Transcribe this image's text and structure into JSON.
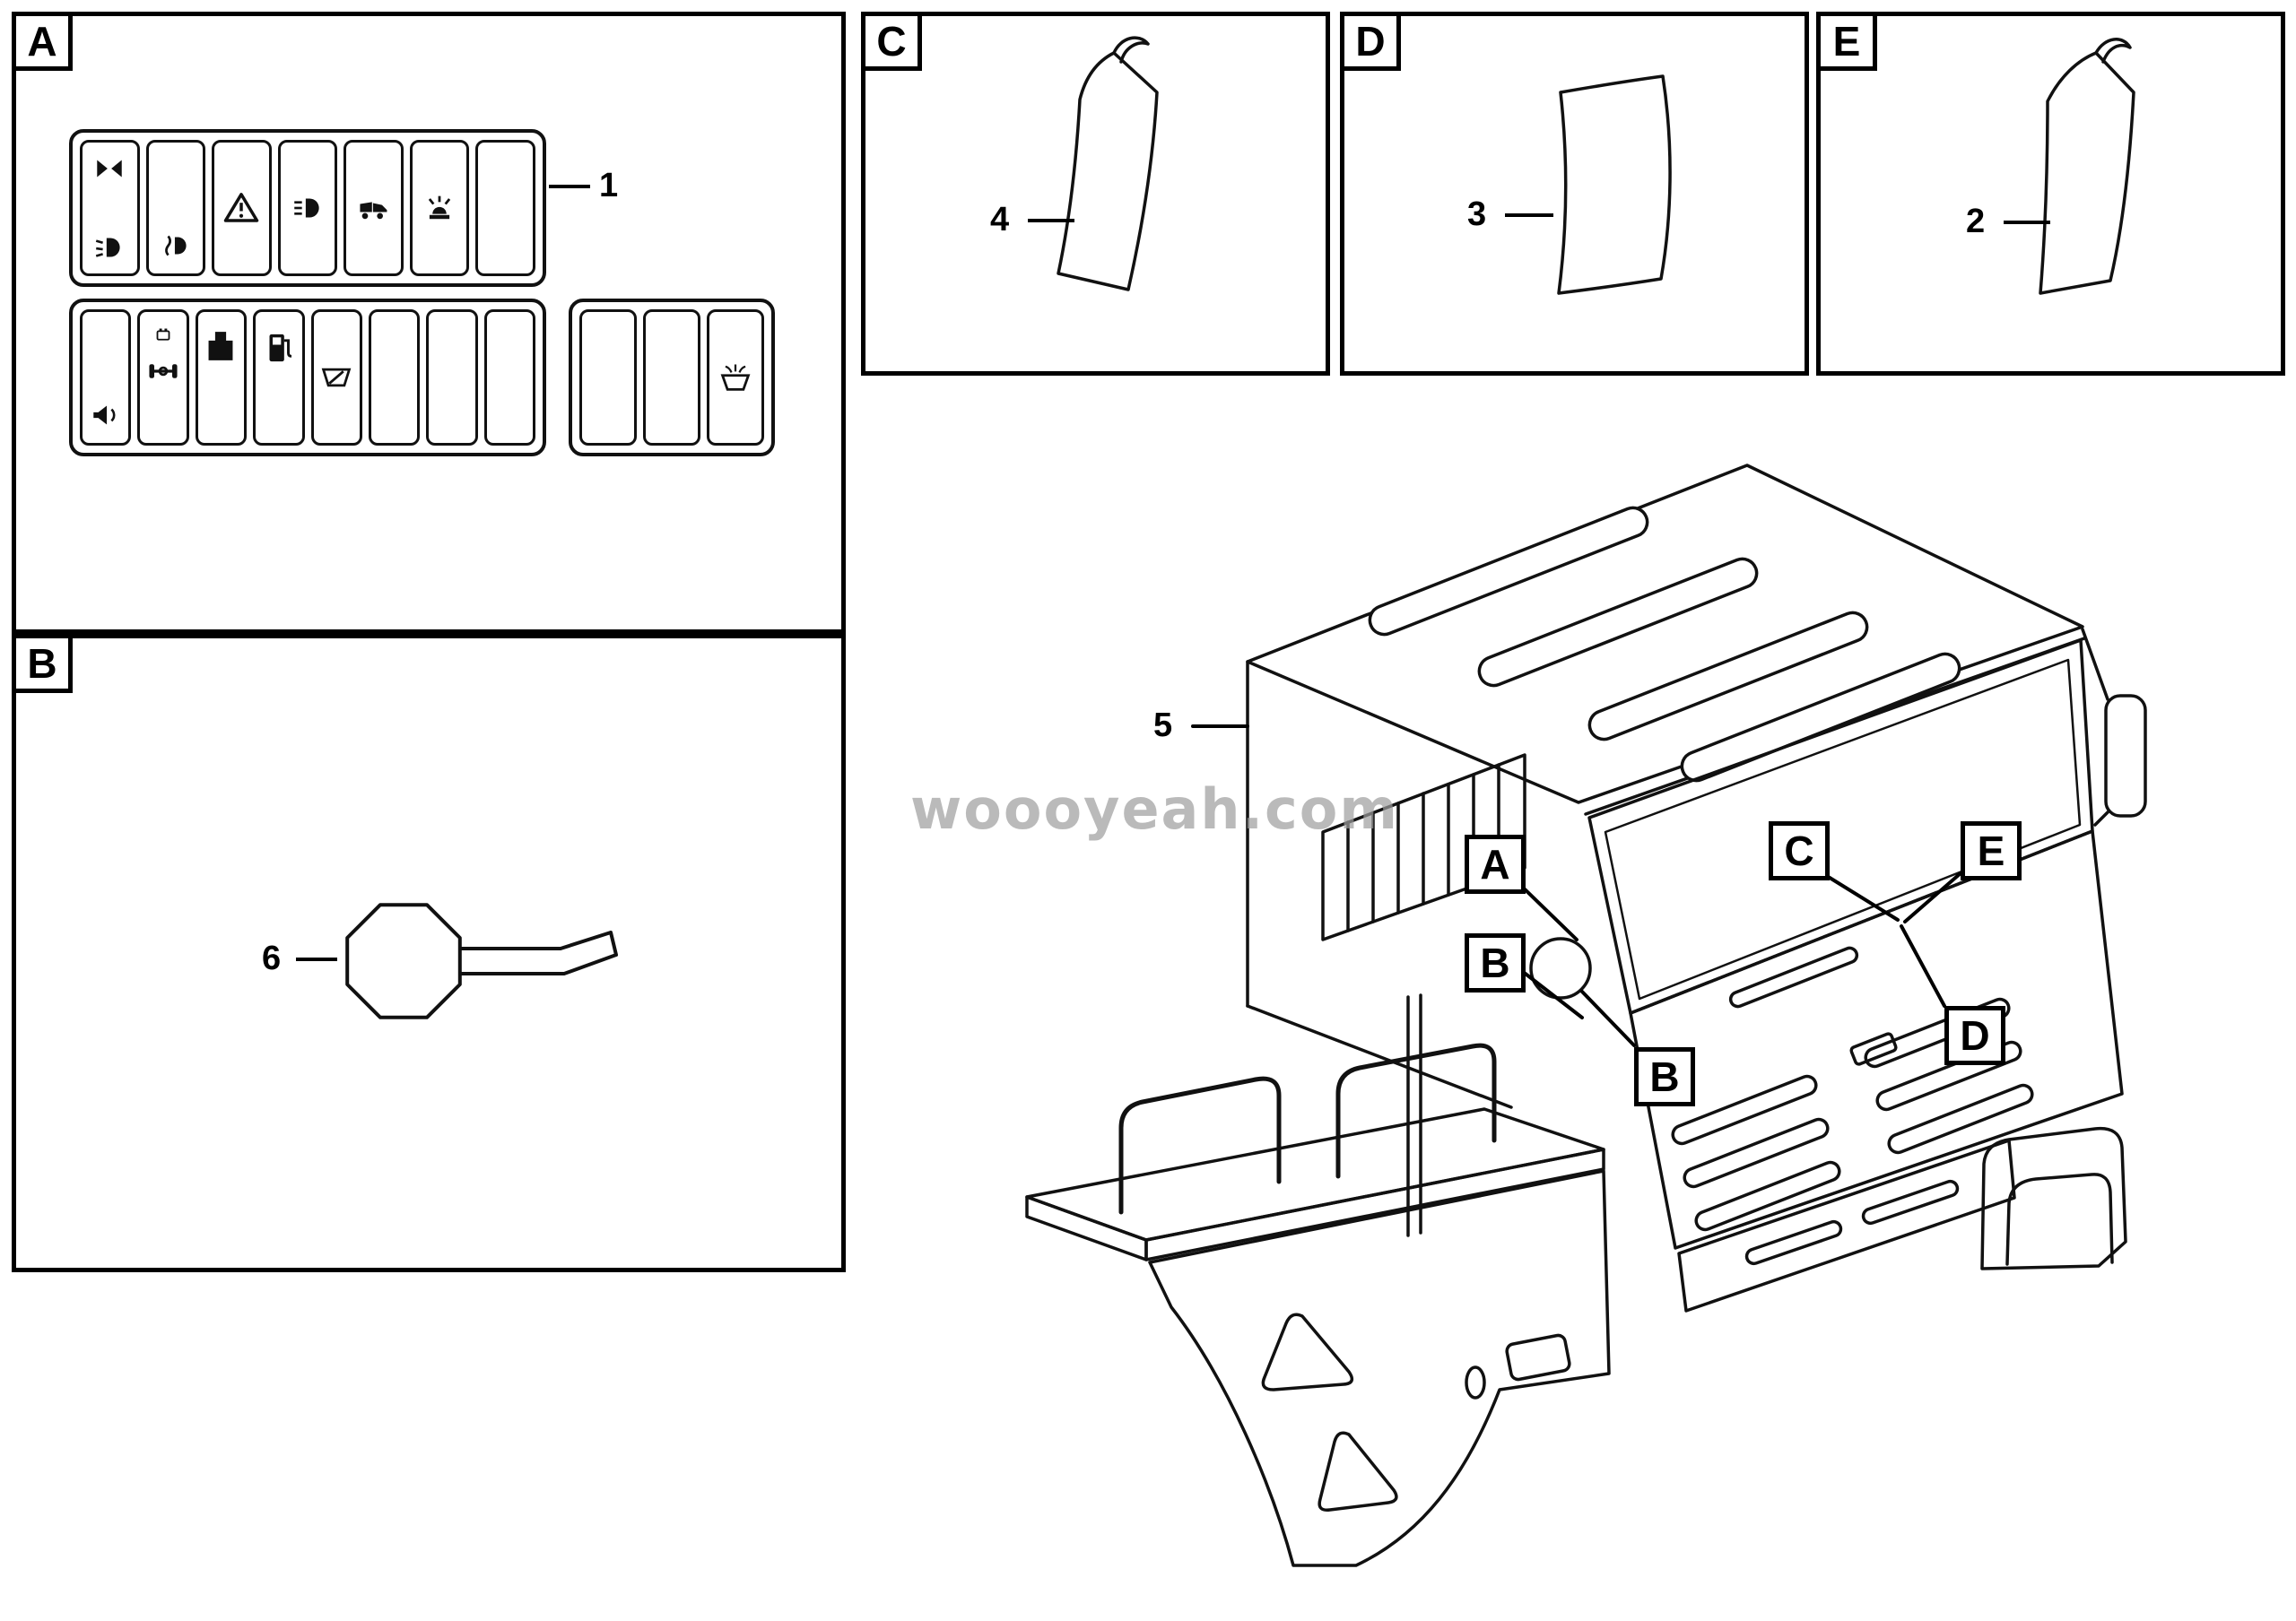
{
  "watermark": "woooyeah.com",
  "panels": {
    "a": {
      "letter": "A",
      "part1_label": "1"
    },
    "b": {
      "letter": "B",
      "part6_label": "6"
    },
    "c": {
      "letter": "C",
      "part4_label": "4"
    },
    "d": {
      "letter": "D",
      "part3_label": "3"
    },
    "e": {
      "letter": "E",
      "part2_label": "2"
    }
  },
  "truck": {
    "part5_label": "5",
    "callouts": [
      "A",
      "B",
      "B",
      "C",
      "E",
      "D"
    ]
  },
  "icons": {
    "decal_strip_1": [
      "bowtie-icon",
      "low-beam-icon",
      "fog-light-icon",
      "hazard-warning-icon",
      "high-beam-icon",
      "dump-truck-icon",
      "beacon-icon"
    ],
    "decal_strip_2": [
      "horn-icon",
      "battery-icon",
      "axle-icon",
      "engine-icon",
      "fuel-pump-icon",
      "wiper-icon"
    ],
    "decal_strip_3": [
      "washer-icon"
    ]
  },
  "colors": {
    "line": "#111111",
    "watermark": "#9e9e9e"
  }
}
